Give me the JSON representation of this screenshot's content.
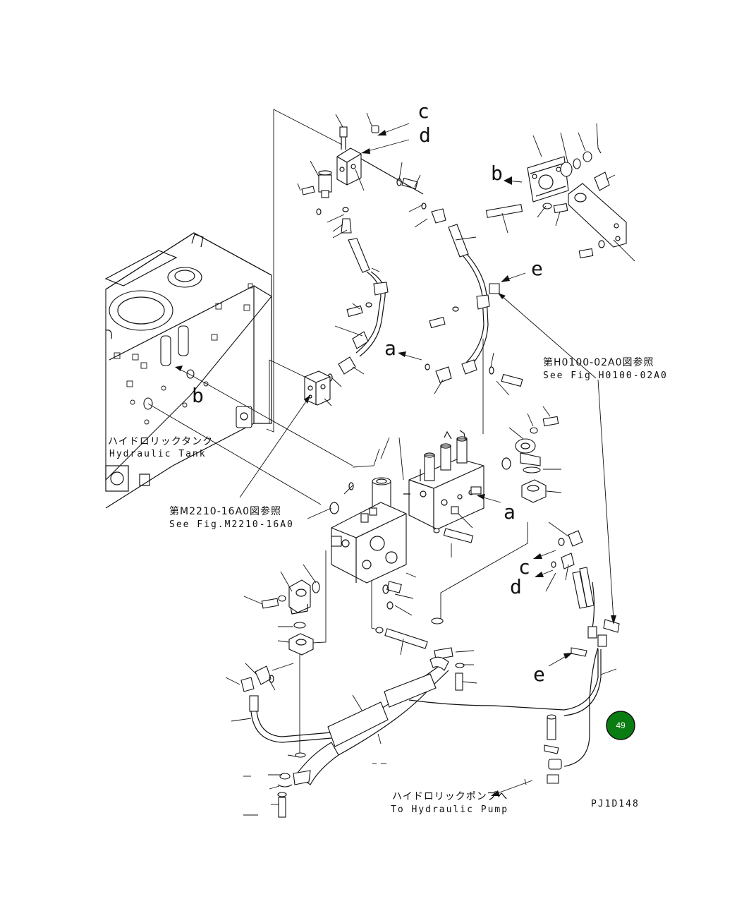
{
  "letters": {
    "a": "a",
    "b": "b",
    "c": "c",
    "d": "d",
    "e": "e"
  },
  "notes": {
    "tank_jp": "ハイドロリックタンク",
    "tank_en": "Hydraulic Tank",
    "ref1_jp": "第M2210-16A0図参照",
    "ref1_en": "See Fig.M2210-16A0",
    "ref2_jp": "第H0100-02A0図参照",
    "ref2_en": "See Fig H0100-02A0",
    "pump_jp": "ハイドロリックポンプへ",
    "pump_en": "To Hydraulic Pump",
    "drawing_code": "PJ1D148"
  },
  "badge": {
    "number": "49",
    "color": "#0a7d12"
  },
  "colors": {
    "line": "#111111",
    "background": "#ffffff"
  }
}
